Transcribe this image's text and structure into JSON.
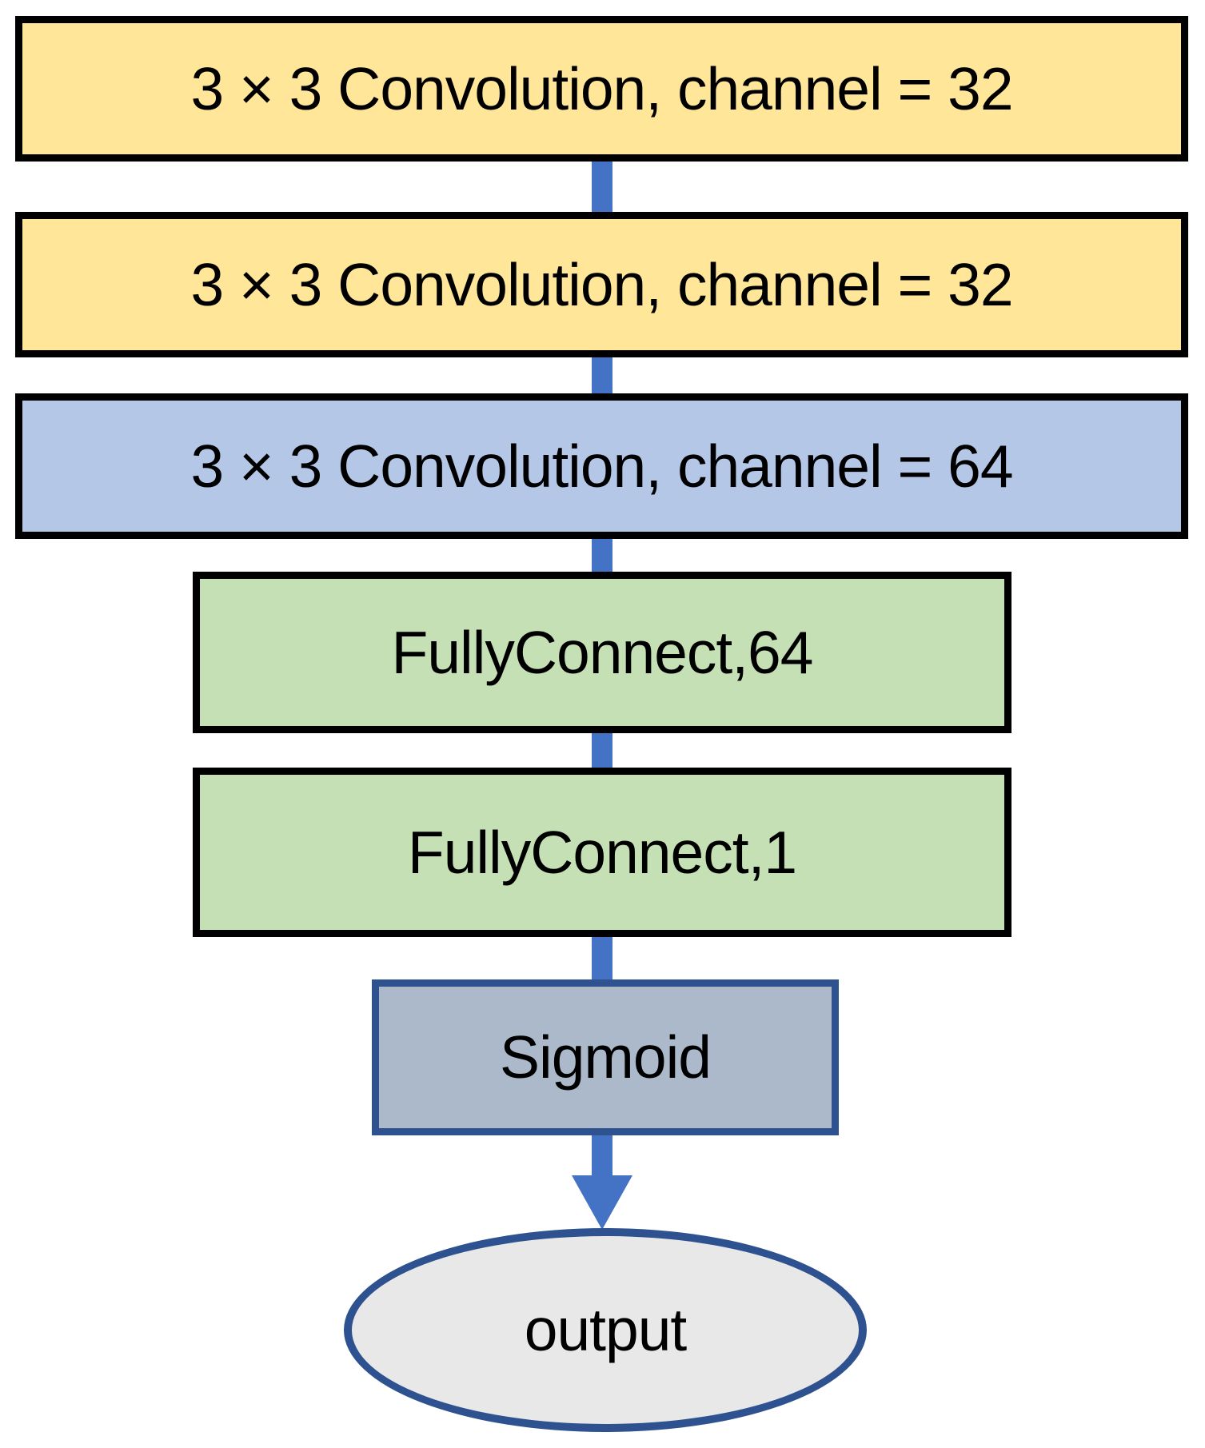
{
  "diagram": {
    "type": "flowchart",
    "direction": "top-to-bottom",
    "nodes": [
      {
        "id": "conv1",
        "shape": "rectangle",
        "label": "3 × 3 Convolution, channel = 32",
        "fill": "#FFE699",
        "border": "#000000"
      },
      {
        "id": "conv2",
        "shape": "rectangle",
        "label": "3 × 3 Convolution, channel = 32",
        "fill": "#FFE699",
        "border": "#000000"
      },
      {
        "id": "conv3",
        "shape": "rectangle",
        "label": "3 × 3 Convolution, channel = 64",
        "fill": "#B4C7E7",
        "border": "#000000"
      },
      {
        "id": "fc64",
        "shape": "rectangle",
        "label": "FullyConnect,64",
        "fill": "#C5E0B4",
        "border": "#000000"
      },
      {
        "id": "fc1",
        "shape": "rectangle",
        "label": "FullyConnect,1",
        "fill": "#C5E0B4",
        "border": "#000000"
      },
      {
        "id": "sigmoid",
        "shape": "rectangle",
        "label": "Sigmoid",
        "fill": "#ACB9CA",
        "border": "#2E5290"
      },
      {
        "id": "output",
        "shape": "ellipse",
        "label": "output",
        "fill": "#E8E8E8",
        "border": "#2E5290"
      }
    ],
    "edges": [
      {
        "from": "conv1",
        "to": "conv2",
        "style": "line"
      },
      {
        "from": "conv2",
        "to": "conv3",
        "style": "line"
      },
      {
        "from": "conv3",
        "to": "fc64",
        "style": "line"
      },
      {
        "from": "fc64",
        "to": "fc1",
        "style": "line"
      },
      {
        "from": "fc1",
        "to": "sigmoid",
        "style": "line"
      },
      {
        "from": "sigmoid",
        "to": "output",
        "style": "arrow"
      }
    ],
    "connector_color": "#4472C4",
    "text_color": "#000000",
    "background_color": "#FFFFFF"
  }
}
